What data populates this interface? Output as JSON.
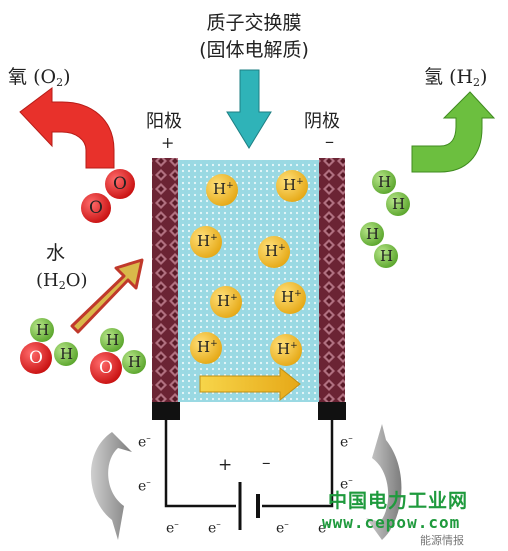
{
  "membrane": {
    "title": "质子交换膜",
    "subtitle": "(固体电解质)"
  },
  "oxygen": {
    "name": "氧",
    "formula_open": "(O",
    "formula_sub": "2",
    "formula_close": ")"
  },
  "hydrogen": {
    "name": "氢",
    "formula_open": "(H",
    "formula_sub": "2",
    "formula_close": ")"
  },
  "water": {
    "name": "水",
    "formula_open": "(H",
    "formula_sub": "2",
    "formula_close": "O)"
  },
  "electrodes": {
    "anode": "阳极",
    "cathode": "阴极",
    "anode_sign": "+",
    "cathode_sign": "–"
  },
  "circuit": {
    "source_plus": "+",
    "source_minus": "–",
    "electron": "e",
    "electron_charge": "–"
  },
  "atoms": {
    "oxygen": "O",
    "hydrogen": "H",
    "proton": "H",
    "proton_charge": "+"
  },
  "watermark": {
    "name": "中国电力工业网",
    "url": "www.cepow.com",
    "wechat": "能源情报"
  },
  "colors": {
    "membrane": "#8fd3de",
    "electrode": "#7a2a3c",
    "oxygen_atom": "#e02020",
    "hydrogen_atom": "#7cc242",
    "proton": "#f2c12e",
    "oxygen_arrow": "#e8312b",
    "hydrogen_arrow": "#6cbf3f",
    "membrane_arrow": "#2fb3b8",
    "water_arrow": "#c0392b",
    "watermark": "#1f9a3d"
  }
}
